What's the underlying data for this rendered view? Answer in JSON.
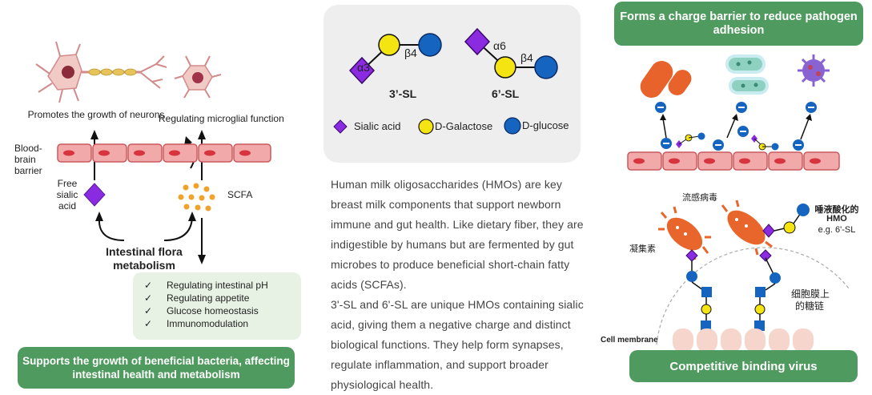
{
  "left": {
    "neurons_label": "Promotes the growth of neurons",
    "microglia_label": "Regulating microglial function",
    "bbb_label": "Blood-brain barrier",
    "free_sialic_label": "Free sialic acid",
    "scfa_label": "SCFA",
    "flora_label": "Intestinal flora metabolism",
    "checklist": [
      "Regulating intestinal pH",
      "Regulating appetite",
      "Glucose homeostasis",
      "Immunomodulation"
    ],
    "banner": "Supports the growth of beneficial bacteria, affecting intestinal health and metabolism"
  },
  "center": {
    "sl3": {
      "name": "3’-SL",
      "alpha": "α3",
      "beta": "β4"
    },
    "sl6": {
      "name": "6’-SL",
      "alpha": "α6",
      "beta": "β4"
    },
    "legend": [
      "Sialic acid",
      "D-Galactose",
      "D-glucose"
    ],
    "paragraph1": "Human milk oligosaccharides (HMOs) are key breast milk components that support newborn immune and gut health. Like dietary fiber, they are indigestible by humans but are fermented by gut microbes to produce beneficial short-chain fatty acids (SCFAs).",
    "paragraph2": "3'-SL and 6'-SL are unique HMOs containing sialic acid, giving them a negative charge and distinct biological functions. They help form synapses, regulate inflammation, and support broader physiological health."
  },
  "right": {
    "banner_top": "Forms a charge barrier to reduce pathogen adhesion",
    "flu_label": "流感病毒",
    "sialylated_hmo_label": "唾液酸化的",
    "hmo_label": "HMO",
    "hmo_example": "e.g. 6'-SL",
    "hemagglutinin_label": "凝集素",
    "glycan_label_1": "细胞膜上",
    "glycan_label_2": "的糖链",
    "cell_membrane_label": "Cell membrane",
    "banner_bottom": "Competitive binding virus"
  },
  "colors": {
    "banner_green": "#4f9a5e",
    "check_bg": "#e7f2e4",
    "sialic_purple": "#8a2be2",
    "galactose_yellow": "#f4e411",
    "glucose_blue": "#1565c0",
    "barrier_pink": "#f2a9aa",
    "bacteria_orange": "#e8622c",
    "bacteria_green": "#8fd1c0"
  }
}
